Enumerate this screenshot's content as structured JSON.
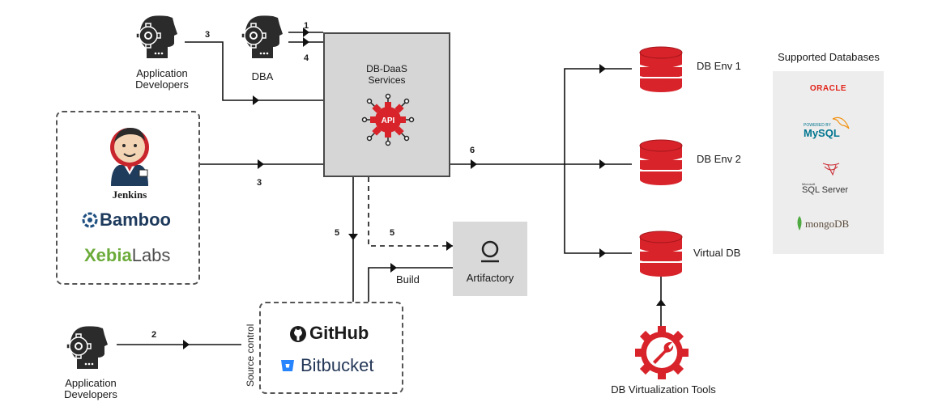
{
  "actors": {
    "app_devs_top": "Application\nDevelopers",
    "dba": "DBA",
    "app_devs_bottom": "Application\nDevelopers"
  },
  "services": {
    "title": "DB-DaaS\nServices",
    "api_badge": "API"
  },
  "ci_tools": {
    "jenkins": "Jenkins",
    "bamboo": "Bamboo",
    "xebia_part1": "Xebia",
    "xebia_part2": "Labs"
  },
  "source_control": {
    "label": "Source control",
    "github": "GitHub",
    "bitbucket": "Bitbucket"
  },
  "artifactory": {
    "label": "Artifactory",
    "build_label": "Build"
  },
  "databases": {
    "env1": "DB Env 1",
    "env2": "DB Env 2",
    "virtual": "Virtual DB",
    "virtualization_tools": "DB Virtualization Tools"
  },
  "supported": {
    "title": "Supported Databases",
    "oracle": "ORACLE",
    "mysql_small": "POWERED BY",
    "mysql": "MySQL",
    "sqlserver_small": "Microsoft",
    "sqlserver": "SQL Server",
    "mongodb": "mongoDB"
  },
  "steps": {
    "s1": "1",
    "s2": "2",
    "s3a": "3",
    "s3b": "3",
    "s4": "4",
    "s5a": "5",
    "s5b": "5",
    "s6": "6"
  },
  "colors": {
    "accent_red": "#d8232a",
    "line": "#111111",
    "panel_gray": "#d6d6d6"
  }
}
